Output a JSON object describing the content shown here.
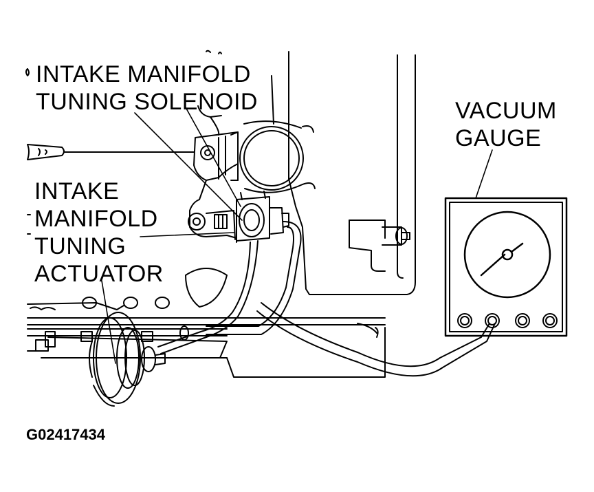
{
  "labels": {
    "solenoid": [
      "INTAKE MANIFOLD",
      "TUNING SOLENOID"
    ],
    "actuator": [
      "INTAKE",
      "MANIFOLD",
      "TUNING",
      "ACTUATOR"
    ],
    "gauge": [
      "VACUUM",
      "GAUGE"
    ]
  },
  "figure_id": "G02417434",
  "colors": {
    "line": "#000000",
    "fill": "#ffffff"
  }
}
